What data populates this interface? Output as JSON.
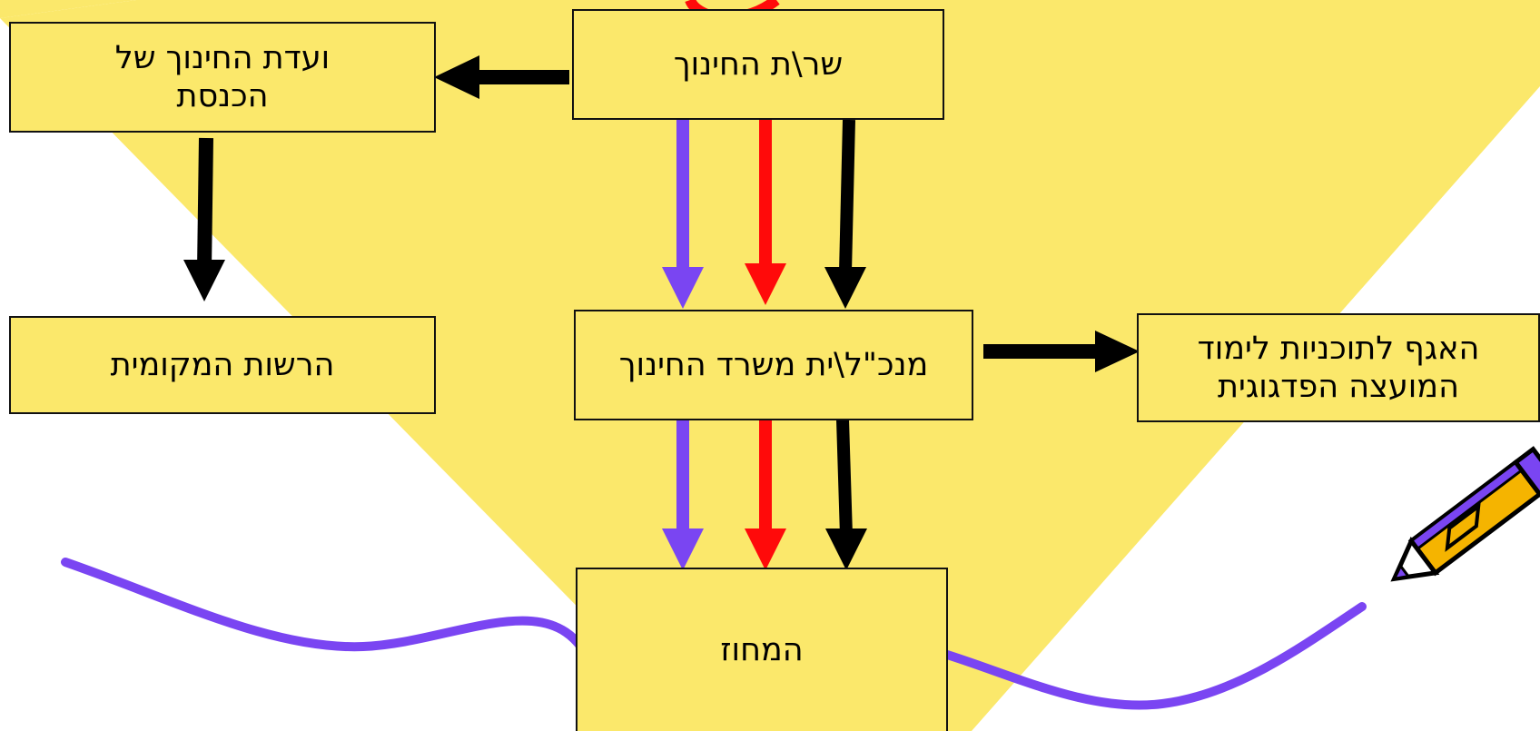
{
  "colors": {
    "background": "#ffffff",
    "triangle": "#fbe86b",
    "box_fill": "#fbe86b",
    "purple": "#7a45f2",
    "red": "#ff0a0a",
    "black": "#000000",
    "pencil_body": "#f5b400"
  },
  "boxes": {
    "minister": "שר\\ת החינוך",
    "knesset_committee": "ועדת החינוך של\nהכנסת",
    "local_authority": "הרשות המקומית",
    "director_general": "מנכ\"ל\\ית משרד החינוך",
    "curriculum_division": "האגף לתוכניות לימוד\nהמועצה הפדגוגית",
    "district": "המחוז"
  },
  "icons": [
    "pencil-icon"
  ]
}
